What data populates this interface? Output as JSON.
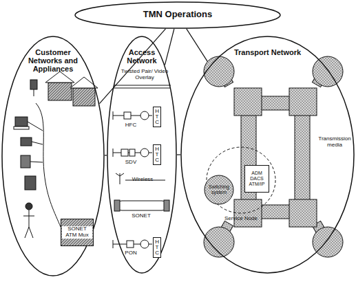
{
  "diagram": {
    "nodes": [
      {
        "text": [
          "TMN Operations"
        ]
      },
      {
        "text": [
          "Customer Networks and Appliances"
        ]
      },
      {
        "text": [
          "Access Network"
        ]
      },
      {
        "text": [
          "Transport Network"
        ]
      },
      {
        "text": [
          "SONET ATM Mux"
        ],
        "in": 1
      },
      {
        "text": [
          "HTC"
        ],
        "in": 2
      },
      {
        "text": [
          "HTC"
        ],
        "in": 2
      },
      {
        "text": [
          "HTC"
        ],
        "in": 2
      },
      {
        "text": [
          "ADM DACS ATM/IP"
        ],
        "in": 3
      },
      {
        "text": [
          "Switching system"
        ],
        "in": 3
      }
    ],
    "edges": [
      {
        "from": 0,
        "to": 1,
        "arrow": "none"
      },
      {
        "from": 0,
        "to": 2,
        "arrow": "none"
      },
      {
        "from": 0,
        "to": 3,
        "arrow": "none"
      },
      {
        "from": 1,
        "to": 2,
        "arrow": "none"
      },
      {
        "from": 2,
        "to": 3,
        "arrow": "none"
      }
    ],
    "labels": [
      "Twisted Pair/ Video Overlay",
      "HFC",
      "SDV",
      "Wireless",
      "SONET",
      "PON",
      "Transmission media",
      "Service Node"
    ]
  }
}
